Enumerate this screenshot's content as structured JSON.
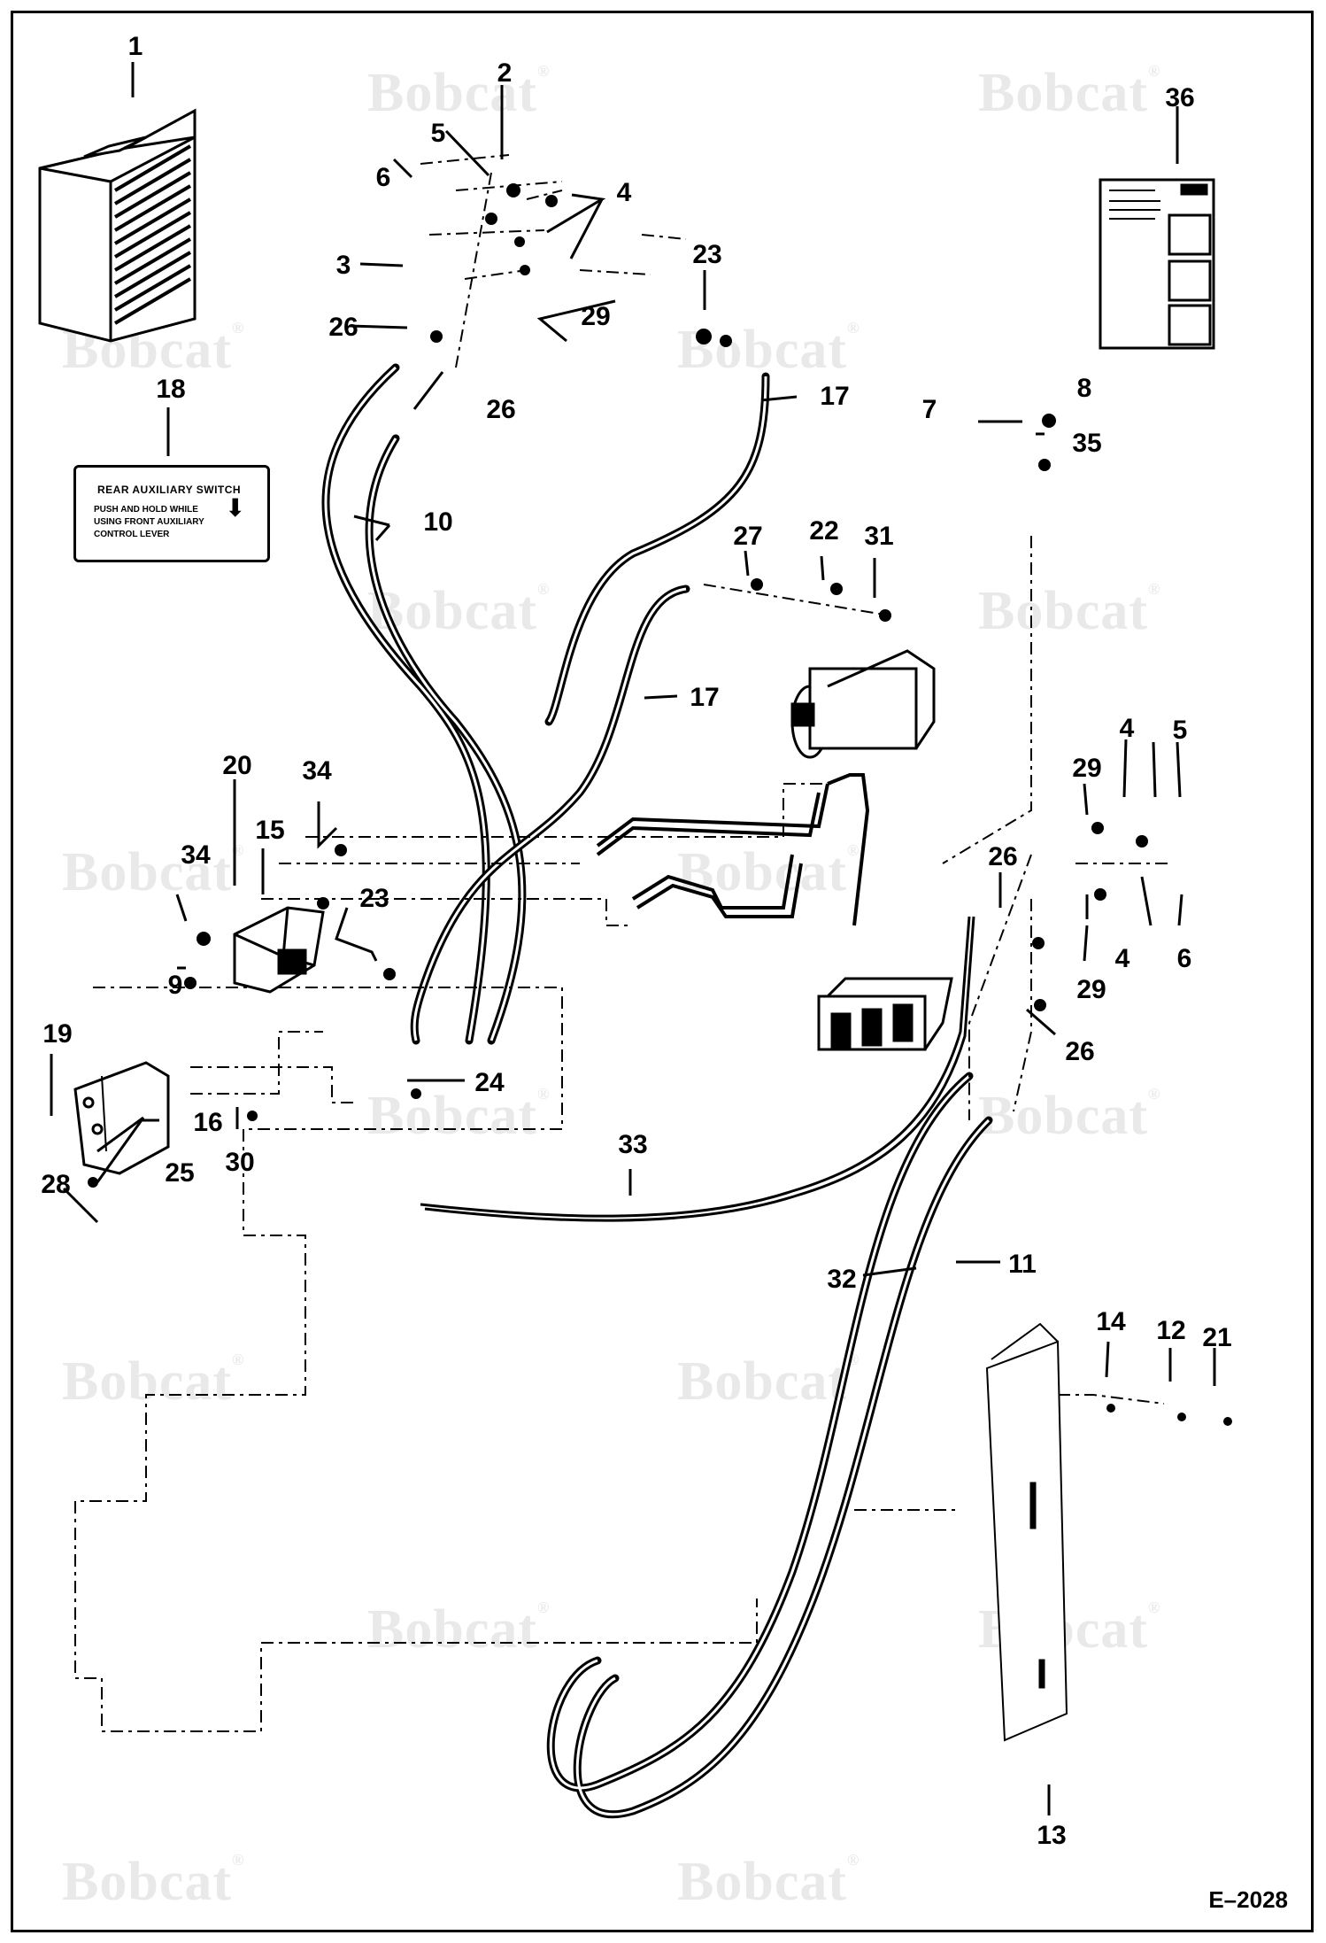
{
  "watermark": {
    "text": "Bobcat",
    "mark": "®"
  },
  "reference": "E–2028",
  "decal": {
    "title": "REAR AUXILIARY SWITCH",
    "line1": "PUSH AND HOLD WHILE",
    "line2": "USING FRONT AUXILIARY",
    "line3": "CONTROL LEVER"
  },
  "callouts": [
    "1",
    "2",
    "3",
    "4",
    "5",
    "6",
    "7",
    "8",
    "9",
    "10",
    "11",
    "12",
    "13",
    "14",
    "15",
    "16",
    "17",
    "18",
    "19",
    "20",
    "21",
    "22",
    "23",
    "24",
    "25",
    "26",
    "27",
    "28",
    "29",
    "30",
    "31",
    "32",
    "33",
    "34",
    "35",
    "36"
  ]
}
